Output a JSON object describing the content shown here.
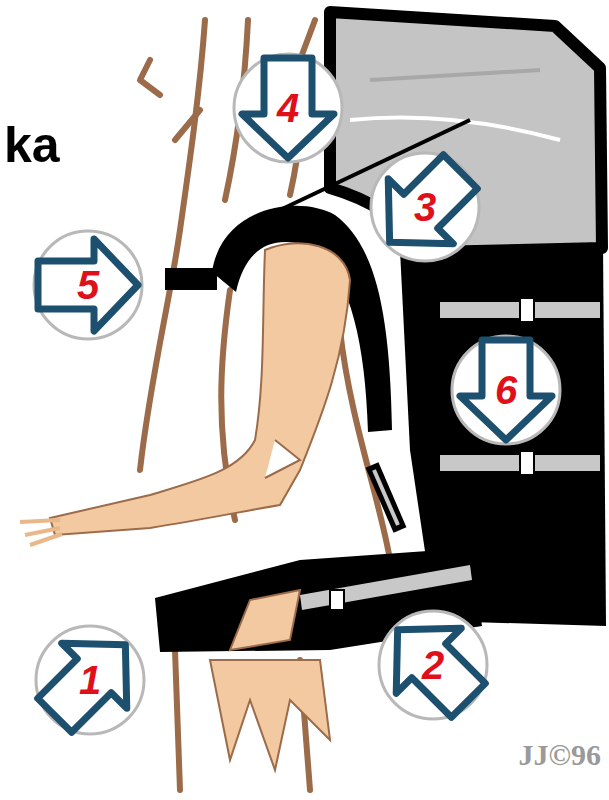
{
  "diagram": {
    "title": "ka",
    "nodes": [
      {
        "text": [
          "4"
        ]
      },
      {
        "text": [
          "3"
        ]
      },
      {
        "text": [
          "5"
        ]
      },
      {
        "text": [
          "6"
        ]
      },
      {
        "text": [
          "2"
        ]
      },
      {
        "text": [
          "1"
        ]
      }
    ],
    "labels": [
      "JJ©96"
    ]
  }
}
